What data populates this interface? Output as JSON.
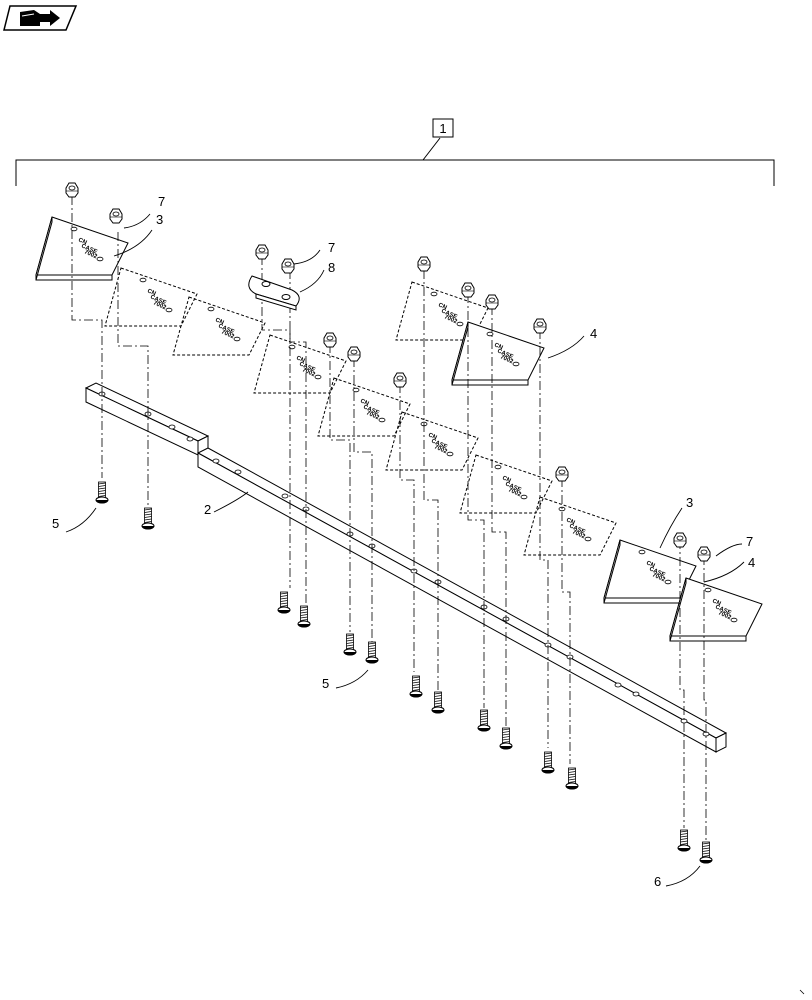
{
  "nav_icon": "book-arrow-icon",
  "assembly_label": "1",
  "callouts": {
    "knife_bar": "2",
    "section_left": "3",
    "section_right": "3",
    "section_a": "4",
    "section_b": "4",
    "bolt_left": "5",
    "bolt_mid": "5",
    "bolt_end": "6",
    "nut_left": "7",
    "nut_center": "7",
    "nut_right": "7",
    "clip": "8"
  },
  "section_stamp": [
    "CN",
    "CASE",
    "7002"
  ]
}
